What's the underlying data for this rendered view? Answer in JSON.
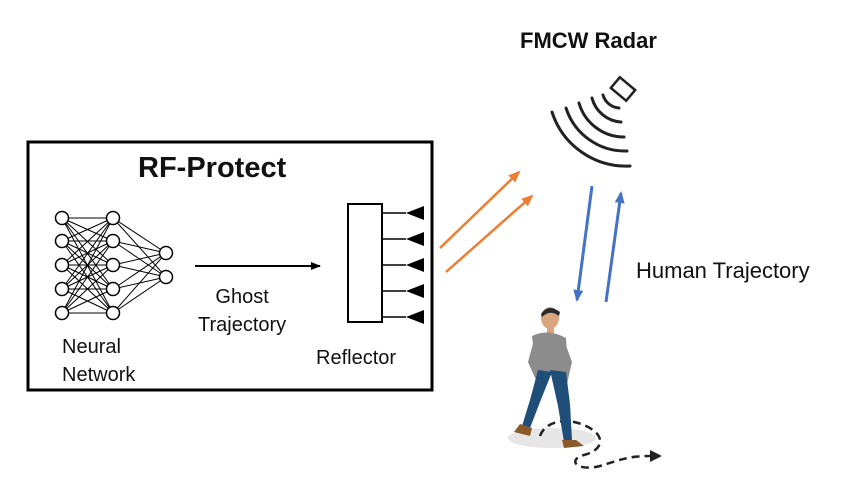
{
  "labels": {
    "radar": "FMCW Radar",
    "system": "RF-Protect",
    "neural_line1": "Neural",
    "neural_line2": "Network",
    "ghost_line1": "Ghost",
    "ghost_line2": "Trajectory",
    "reflector": "Reflector",
    "human_trajectory": "Human Trajectory"
  },
  "colors": {
    "orange_arrow": "#ED7D31",
    "blue_arrow": "#4472C4",
    "black": "#000000"
  },
  "icons": {
    "radar": "radar-antenna-icon",
    "person": "walking-person-icon"
  }
}
